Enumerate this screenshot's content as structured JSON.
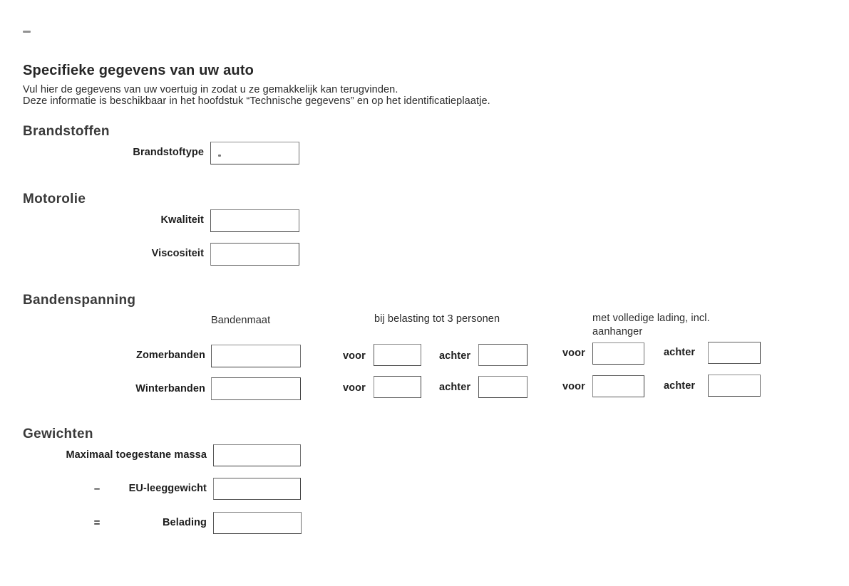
{
  "document": {
    "title": "Specifieke gegevens van uw auto",
    "subtitle_line1": "Vul hier de gegevens van uw voertuig in zodat u ze gemakkelijk kan terugvinden.",
    "subtitle_line2": "Deze informatie is beschikbaar in het hoofdstuk “Technische gegevens” en op het identificatieplaatje.",
    "scan_mark": "scan-artifact-mark"
  },
  "sections": {
    "fuel": {
      "heading": "Brandstoffen",
      "fields": [
        {
          "label": "Brandstoftype",
          "value": ""
        }
      ]
    },
    "engine_oil": {
      "heading": "Motorolie",
      "fields": [
        {
          "label": "Kwaliteit",
          "value": ""
        },
        {
          "label": "Viscositeit",
          "value": ""
        }
      ]
    },
    "tyre_pressure": {
      "heading": "Bandenspanning",
      "columns": {
        "size": "Bandenmaat",
        "load_three": "bij belasting tot 3 personen",
        "full_load": "met volledige lading, incl. aanhanger"
      },
      "position_front": "voor",
      "position_rear": "achter",
      "rows": [
        {
          "label": "Zomerbanden",
          "size_value": "",
          "load_three_front": "",
          "load_three_rear": "",
          "full_load_front": "",
          "full_load_rear": ""
        },
        {
          "label": "Winterbanden",
          "size_value": "",
          "load_three_front": "",
          "load_three_rear": "",
          "full_load_front": "",
          "full_load_rear": ""
        }
      ]
    },
    "weights": {
      "heading": "Gewichten",
      "rows": [
        {
          "operator": "",
          "label": "Maximaal toegestane massa",
          "value": ""
        },
        {
          "operator": "–",
          "label": "EU-leeggewicht",
          "value": ""
        },
        {
          "operator": "=",
          "label": "Belading",
          "value": ""
        }
      ]
    }
  }
}
